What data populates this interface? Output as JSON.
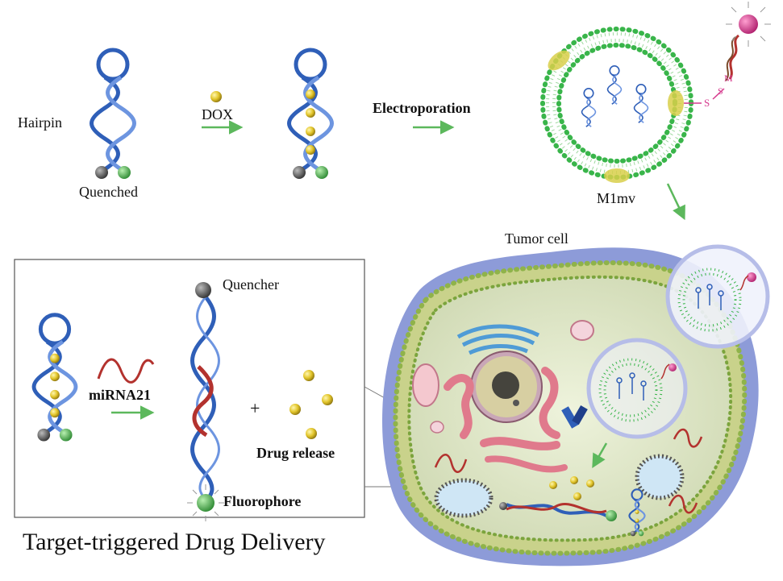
{
  "labels": {
    "hairpin": "Hairpin",
    "quenched": "Quenched",
    "dox": "DOX",
    "electroporation": "Electroporation",
    "m1mv": "M1mv",
    "tumor_cell": "Tumor cell",
    "quencher": "Quencher",
    "mirna21": "miRNA21",
    "plus": "+",
    "drug_release": "Drug release",
    "fluorophore": "Fluorophore",
    "caption": "Target-triggered Drug Delivery",
    "linker_s1": "S",
    "linker_s2": "S",
    "linker_m": "M"
  },
  "colors": {
    "dna_blue": "#2f5fb8",
    "dna_light": "#6d95e0",
    "gold": "#e2c52a",
    "quencher_gray": "#555555",
    "fluorophore_green": "#4aa84e",
    "arrow_green": "#5cb85c",
    "mirna_red": "#b3322e",
    "lipid_green": "#39b54a",
    "membrane_yellow": "#d8cf4a",
    "ligand_pink": "#d63c8f",
    "cell_purple": "#8d9bd8",
    "cell_inner": "#dfe6c9",
    "box_border": "#555555"
  }
}
